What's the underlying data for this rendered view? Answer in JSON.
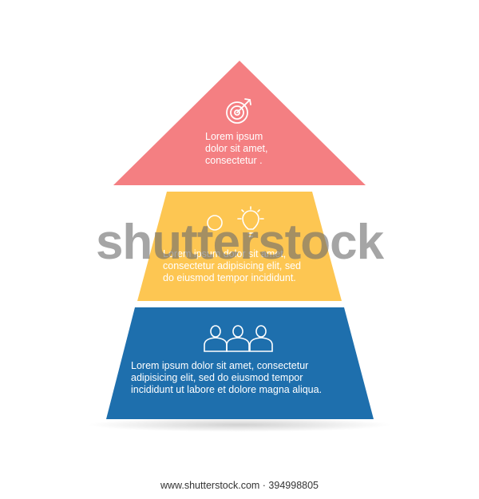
{
  "colors": {
    "top": "#F47F82",
    "middle": "#FDC652",
    "bottom": "#1E6FAD",
    "icon_stroke": "#ffffff"
  },
  "tiers": [
    {
      "icon": "target-icon",
      "text": "Lorem ipsum\ndolor sit amet,\nconsectetur ."
    },
    {
      "icon": "lightbulb-icon",
      "text": "Lorem ipsum dolor sit amet,\nconsectetur adipisicing elit, sed\ndo eiusmod tempor incididunt."
    },
    {
      "icon": "team-icon",
      "text": "Lorem ipsum dolor sit amet, consectetur\nadipisicing elit, sed do eiusmod tempor\nincididunt ut labore et dolore magna aliqua."
    }
  ],
  "watermark": "shutterstock",
  "footer": "www.shutterstock.com · 394998805"
}
